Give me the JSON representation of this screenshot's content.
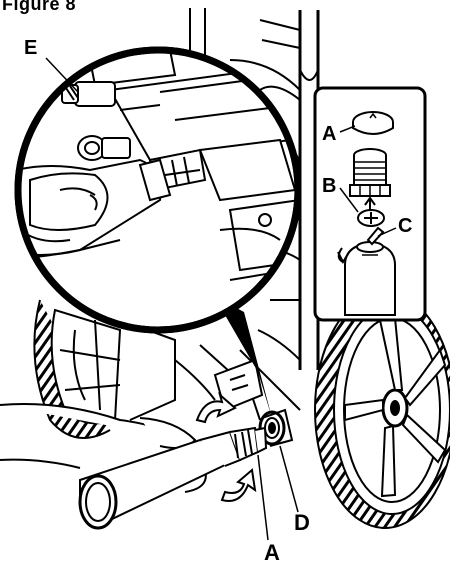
{
  "header": {
    "text": "Figure 8"
  },
  "callouts": {
    "e": "E",
    "a_inset": "A",
    "b_inset": "B",
    "c_inset": "C",
    "a_main": "A",
    "d_main": "D"
  },
  "colors": {
    "line": "#000000",
    "background": "#ffffff",
    "hand_fill": "#f4f4f4",
    "tire_fill": "#ffffff"
  }
}
